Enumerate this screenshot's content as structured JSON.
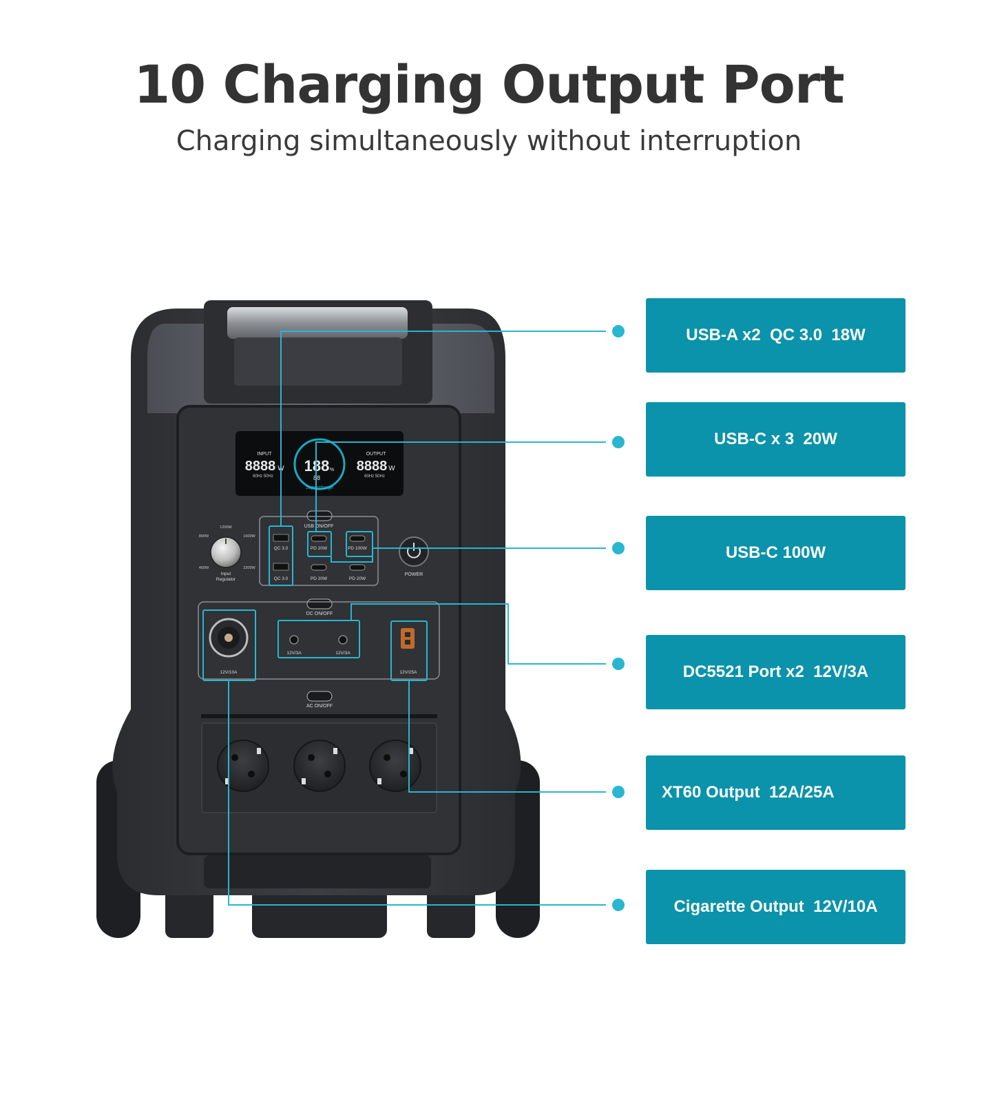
{
  "headline": "10 Charging Output Port",
  "subheadline": "Charging simultaneously without interruption",
  "accent_color": "#0a93aa",
  "line_color": "#29b6d0",
  "callouts": [
    {
      "label": "USB-A x2  QC 3.0  18W"
    },
    {
      "label": "USB-C x 3  20W"
    },
    {
      "label": "USB-C 100W"
    },
    {
      "label": "DC5521 Port x2  12V/3A"
    },
    {
      "label": "XT60 Output  12A/25A"
    },
    {
      "label": "Cigarette Output  12V/10A"
    }
  ],
  "device": {
    "display": {
      "input_label": "INPUT",
      "input_value": "8888",
      "output_label": "OUTPUT",
      "output_value": "8888",
      "unit": "W",
      "percent_value": "188",
      "percent_unit": "%",
      "hz_left": "60Hz  50Hz",
      "hz_right": "60Hz  50Hz",
      "center_small": "88",
      "brand_tag": "Supercharge"
    },
    "usb_toggle_label": "USB ON/OFF",
    "dc_toggle_label": "DC ON/OFF",
    "ac_toggle_label": "AC ON/OFF",
    "power_label": "POWER",
    "knob": {
      "title": "Input\nRegulator",
      "title_line1": "Input",
      "title_line2": "Regulator",
      "ticks": [
        "1200W",
        "1600W",
        "2200W",
        "400W",
        "800W"
      ]
    },
    "port_labels": {
      "qc_top": "QC 3.0",
      "qc_bottom": "QC 3.0",
      "pd20_top": "PD 20W",
      "pd20_bl": "PD 20W",
      "pd20_br": "PD 20W",
      "pd100": "PD 100W",
      "cig": "12V/10A",
      "dc_left": "12V/3A",
      "dc_right": "12V/3A",
      "xt60": "12V/25A"
    }
  }
}
